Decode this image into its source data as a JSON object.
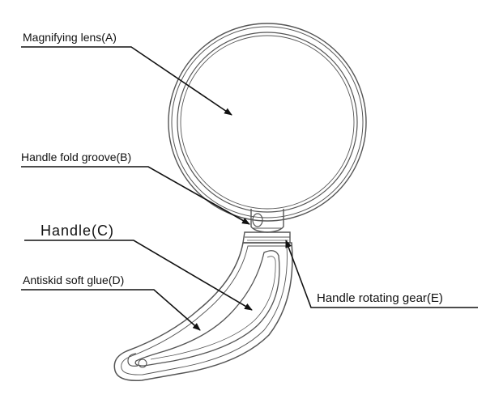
{
  "labels": {
    "lens": "Magnifying lens(A)",
    "fold_groove": "Handle fold groove(B)",
    "handle": "Handle(C)",
    "soft_glue": "Antiskid soft glue(D)",
    "rotating_gear": "Handle rotating gear(E)"
  },
  "colors": {
    "line_art": "#555555",
    "leader": "#111111",
    "text": "#111111",
    "background": "#ffffff"
  }
}
